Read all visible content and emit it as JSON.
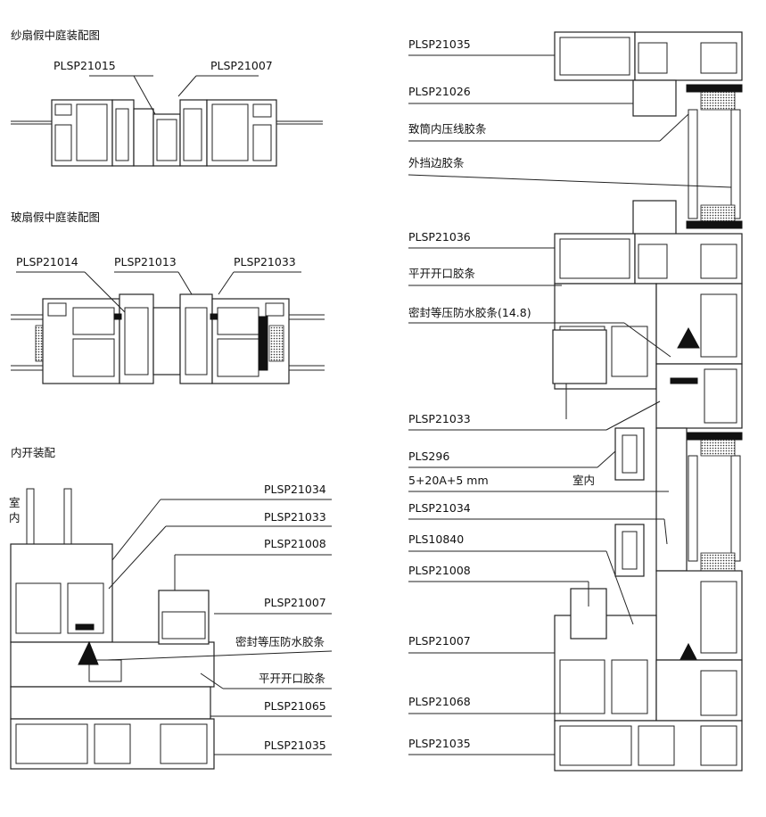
{
  "sections": {
    "screen_sash": "纱扇假中庭装配图",
    "glass_sash": "玻扇假中庭装配图",
    "inward": "内开装配"
  },
  "labels": {
    "s1_a": "PLSP21015",
    "s1_b": "PLSP21007",
    "s2_a": "PLSP21014",
    "s2_b": "PLSP21013",
    "s2_c": "PLSP21033",
    "s3_indoor": "室内",
    "s3_1": "PLSP21034",
    "s3_2": "PLSP21033",
    "s3_3": "PLSP21008",
    "s3_4": "PLSP21007",
    "s3_5": "密封等压防水胶条",
    "s3_6": "平开开口胶条",
    "s3_7": "PLSP21065",
    "s3_8": "PLSP21035",
    "r_1": "PLSP21035",
    "r_2": "PLSP21026",
    "r_3": "致筒内压线胶条",
    "r_4": "外挡边胶条",
    "r_5": "PLSP21036",
    "r_6": "平开开口胶条",
    "r_7": "密封等压防水胶条(14.8)",
    "r_8": "PLSP21033",
    "r_9": "PLS296",
    "r_10": "5+20A+5 mm",
    "r_10b": "室内",
    "r_11": "PLSP21034",
    "r_12": "PLS10840",
    "r_13": "PLSP21008",
    "r_14": "PLSP21007",
    "r_15": "PLSP21068",
    "r_16": "PLSP21035"
  },
  "colors": {
    "line": "#222222",
    "fill": "#ffffff",
    "gasket": "#111111"
  }
}
